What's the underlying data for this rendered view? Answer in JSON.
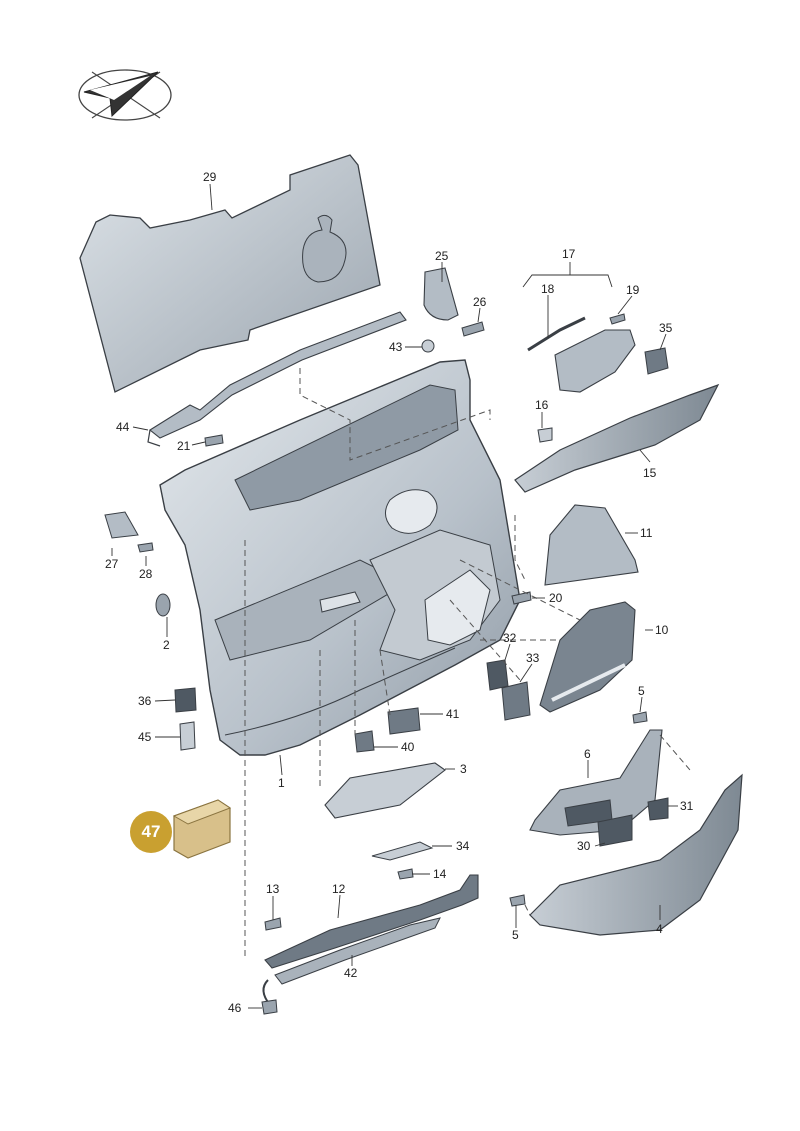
{
  "diagram": {
    "callouts": [
      {
        "id": "29",
        "label": "29"
      },
      {
        "id": "25",
        "label": "25"
      },
      {
        "id": "26",
        "label": "26"
      },
      {
        "id": "17",
        "label": "17"
      },
      {
        "id": "18",
        "label": "18"
      },
      {
        "id": "19",
        "label": "19"
      },
      {
        "id": "35",
        "label": "35"
      },
      {
        "id": "43",
        "label": "43"
      },
      {
        "id": "44",
        "label": "44"
      },
      {
        "id": "21",
        "label": "21"
      },
      {
        "id": "16",
        "label": "16"
      },
      {
        "id": "15",
        "label": "15"
      },
      {
        "id": "27",
        "label": "27"
      },
      {
        "id": "28",
        "label": "28"
      },
      {
        "id": "11",
        "label": "11"
      },
      {
        "id": "2",
        "label": "2"
      },
      {
        "id": "20",
        "label": "20"
      },
      {
        "id": "10",
        "label": "10"
      },
      {
        "id": "32",
        "label": "32"
      },
      {
        "id": "33",
        "label": "33"
      },
      {
        "id": "36",
        "label": "36"
      },
      {
        "id": "41",
        "label": "41"
      },
      {
        "id": "45",
        "label": "45"
      },
      {
        "id": "40",
        "label": "40"
      },
      {
        "id": "5a",
        "label": "5"
      },
      {
        "id": "1",
        "label": "1"
      },
      {
        "id": "6",
        "label": "6"
      },
      {
        "id": "3",
        "label": "3"
      },
      {
        "id": "31",
        "label": "31"
      },
      {
        "id": "30",
        "label": "30"
      },
      {
        "id": "34",
        "label": "34"
      },
      {
        "id": "14",
        "label": "14"
      },
      {
        "id": "13",
        "label": "13"
      },
      {
        "id": "12",
        "label": "12"
      },
      {
        "id": "5b",
        "label": "5"
      },
      {
        "id": "4",
        "label": "4"
      },
      {
        "id": "42",
        "label": "42"
      },
      {
        "id": "46",
        "label": "46"
      }
    ],
    "highlight": {
      "label": "47",
      "color": "#c9a030"
    },
    "colors": {
      "part_fill": "#c9d1d9",
      "part_dark": "#8f9aa5",
      "outline": "#3a3f45",
      "highlight": "#c9a030",
      "module": "#d8c08a"
    }
  }
}
